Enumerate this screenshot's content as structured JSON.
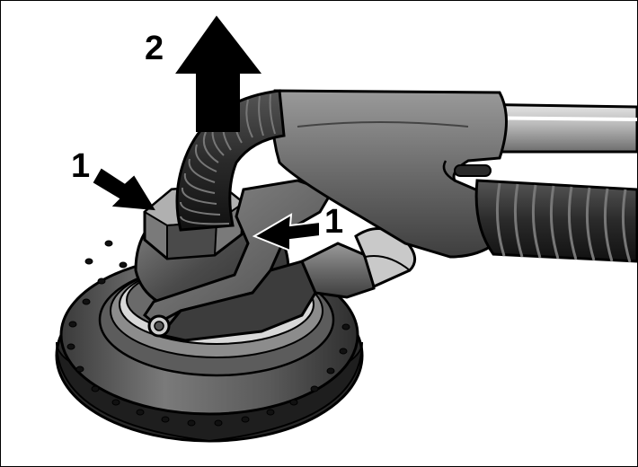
{
  "figure": {
    "callouts": {
      "step_1_left": "1",
      "step_1_right": "1",
      "step_2": "2"
    },
    "arrows": [
      {
        "name": "arrow-up-icon",
        "meaning": "lift-direction"
      },
      {
        "name": "arrow-press-left-icon",
        "meaning": "press-release"
      },
      {
        "name": "arrow-press-right-icon",
        "meaning": "press-release"
      }
    ],
    "colors": {
      "line": "#000000",
      "dark_metal": "#3a3a3a",
      "mid_metal": "#6e6e6e",
      "light_metal": "#a9a9a9",
      "highlight": "#d9d9d9"
    }
  }
}
